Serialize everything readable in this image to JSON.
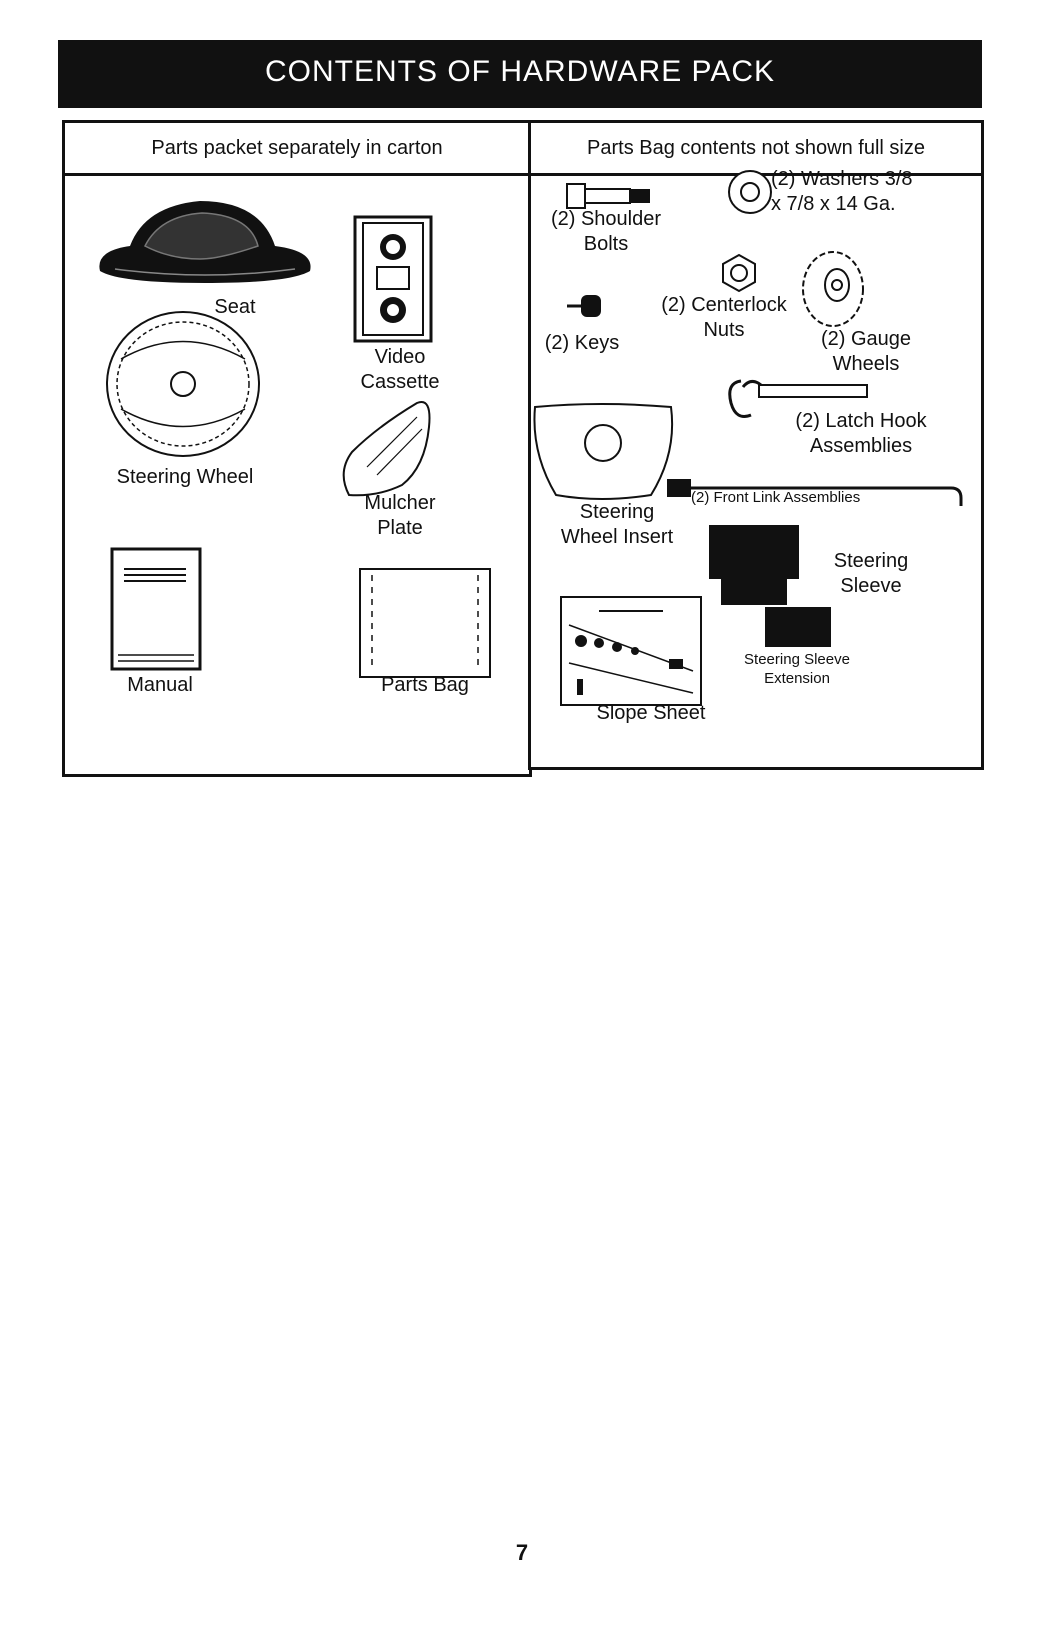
{
  "title": "CONTENTS OF HARDWARE PACK",
  "left_panel": {
    "header": "Parts packet separately in carton",
    "items": {
      "seat": "Seat",
      "video_cassette": "Video\nCassette",
      "steering_wheel": "Steering Wheel",
      "mulcher_plate": "Mulcher\nPlate",
      "manual": "Manual",
      "parts_bag": "Parts Bag"
    }
  },
  "right_panel": {
    "header": "Parts Bag contents not shown full size",
    "items": {
      "shoulder_bolts": "(2) Shoulder\nBolts",
      "washers": "(2) Washers 3/8\nx 7/8 x 14 Ga.",
      "keys": "(2) Keys",
      "centerlock_nuts": "(2) Centerlock\nNuts",
      "gauge_wheels": "(2) Gauge\nWheels",
      "latch_hook": "(2) Latch Hook\nAssemblies",
      "steering_wheel_insert": "Steering\nWheel Insert",
      "front_link": "(2) Front Link Assemblies",
      "steering_sleeve": "Steering\nSleeve",
      "sleeve_extension": "Steering Sleeve\nExtension",
      "slope_sheet": "Slope Sheet"
    }
  },
  "page_number": "7"
}
